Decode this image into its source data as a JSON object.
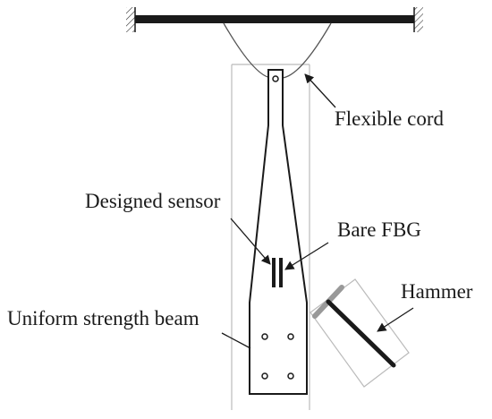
{
  "labels": {
    "flexible_cord": "Flexible cord",
    "designed_sensor": "Designed sensor",
    "bare_fbg": "Bare FBG",
    "hammer": "Hammer",
    "uniform_strength_beam": "Uniform strength beam"
  },
  "colors": {
    "line": "#1a1a1a",
    "frame": "#bbbbbb",
    "cord": "#555555",
    "hammer_head": "#999999"
  }
}
